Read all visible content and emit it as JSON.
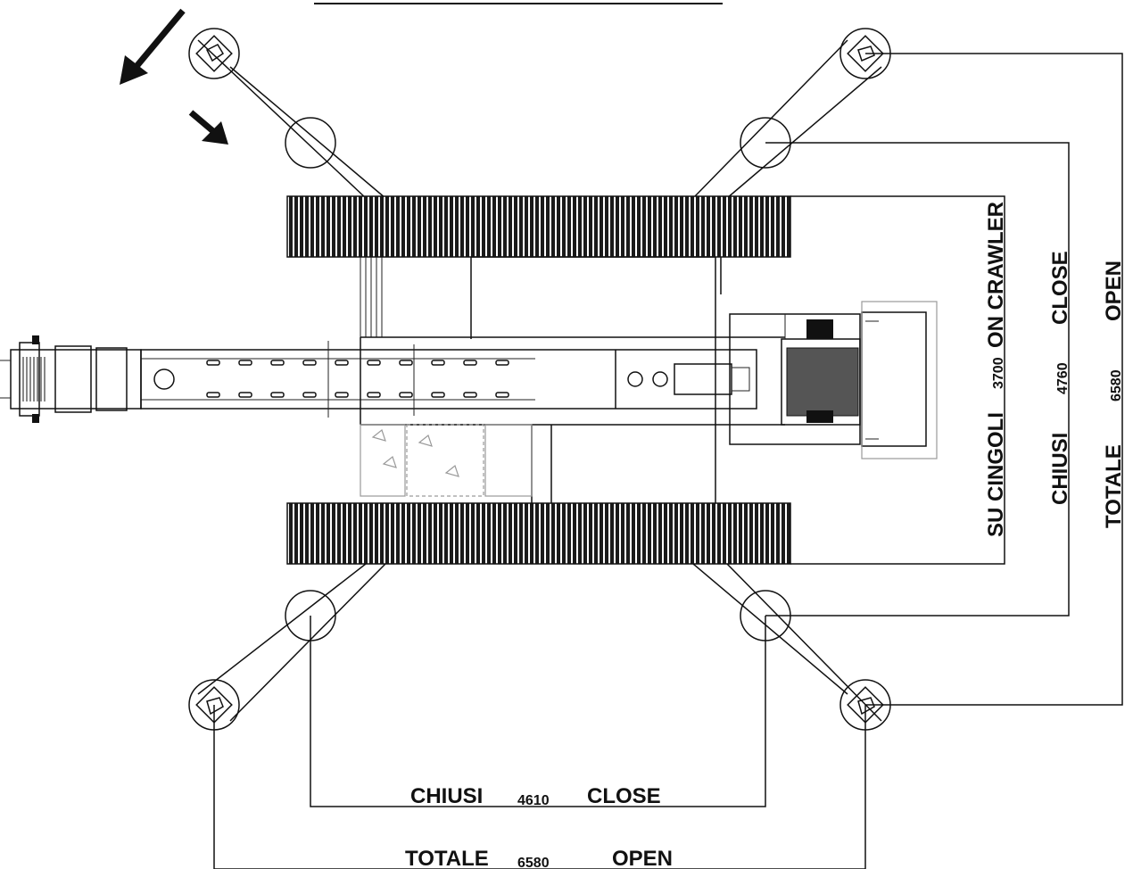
{
  "side_dimensions": {
    "crawler": {
      "prefix": "SU CINGOLI",
      "value": "3700",
      "suffix": "ON CRAWLER"
    },
    "closed": {
      "prefix": "CHIUSI",
      "value": "4760",
      "suffix": "CLOSE"
    },
    "open": {
      "prefix": "TOTALE",
      "value": "6580",
      "suffix": "OPEN"
    }
  },
  "bottom_dimensions": {
    "closed": {
      "prefix": "CHIUSI",
      "value": "4610",
      "suffix": "CLOSE"
    },
    "open": {
      "prefix": "TOTALE",
      "value": "6580",
      "suffix": "OPEN"
    }
  },
  "icons": [
    "rotation-arrow-icon",
    "direction-arrow-icon"
  ],
  "colors": {
    "line": "#111111",
    "track": "#1a1a1a",
    "counterweight": "#555555",
    "ghost": "#9a9a9a"
  }
}
